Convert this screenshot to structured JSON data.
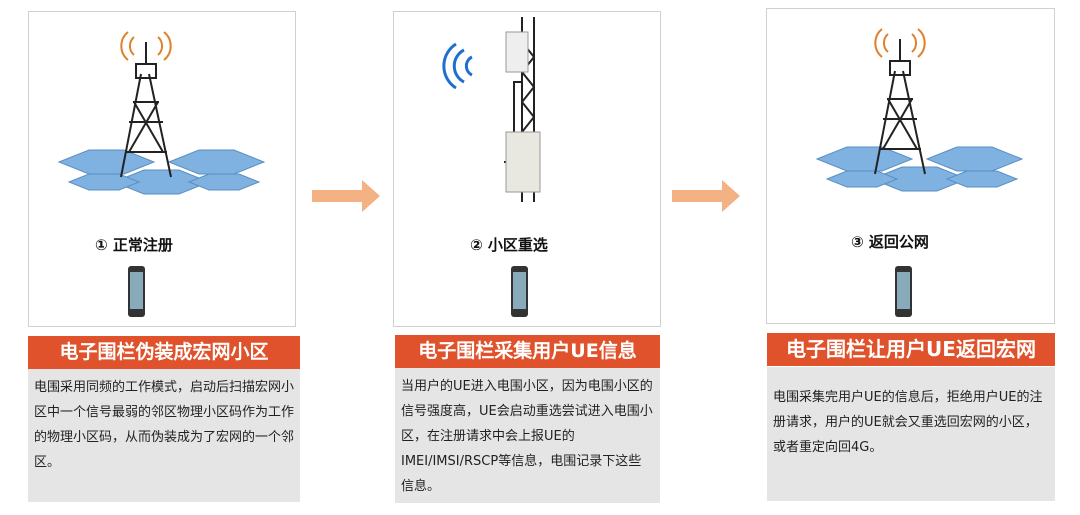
{
  "panels": [
    {
      "step": "① 正常注册",
      "header": "电子围栏伪装成宏网小区",
      "description": "电围采用同频的工作模式，启动后扫描宏网小区中一个信号最弱的邻区物理小区码作为工作的物理小区码，从而伪装成为了宏网的一个邻区。"
    },
    {
      "step": "② 小区重选",
      "header": "电子围栏采集用户UE信息",
      "description": "当用户的UE进入电围小区，因为电围小区的信号强度高，UE会启动重选尝试进入电围小区，在注册请求中会上报UE的IMEI/IMSI/RSCP等信息，电围记录下这些信息。"
    },
    {
      "step": "③  返回公网",
      "header": "电子围栏让用户UE返回宏网",
      "description": "电围采集完用户UE的信息后，拒绝用户UE的注册请求，用户的UE就会又重选回宏网的小区，或者重定向回4G。"
    }
  ],
  "colors": {
    "accent": "#e0522b",
    "arrow": "#f4b183",
    "panel_bg": "#e5e5e5",
    "hex": "#7fb2e0"
  }
}
